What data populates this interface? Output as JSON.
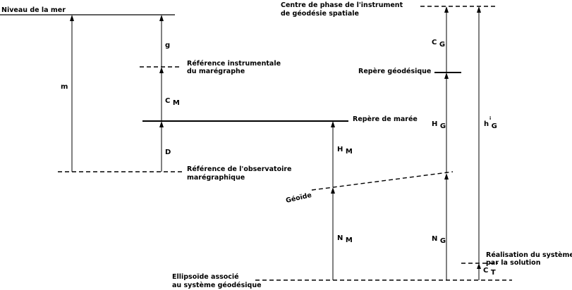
{
  "labels": {
    "niveau_mer": "Niveau de la mer",
    "centre_phase_l1": "Centre de phase de l'instrument",
    "centre_phase_l2": "de géodésie spatiale",
    "ref_instr_l1": "Référence instrumentale",
    "ref_instr_l2": "du marégraphe",
    "repere_geodesique": "Repère géodésique",
    "repere_maree": "Repère de marée",
    "ref_obs_l1": "Référence de l'observatoire",
    "ref_obs_l2": "marégraphique",
    "geoide": "Géoïde",
    "realisation_l1": "Réalisation du système",
    "realisation_l2": "par la solution",
    "ellipsoide_l1": "Ellipsoïde associé",
    "ellipsoide_l2": "au système géodésique"
  },
  "symbols": {
    "m": {
      "base": "m",
      "sub": ""
    },
    "g": {
      "base": "g",
      "sub": ""
    },
    "cm": {
      "base": "C",
      "sub": "M"
    },
    "d": {
      "base": "D",
      "sub": ""
    },
    "hm": {
      "base": "H",
      "sub": "M"
    },
    "nm": {
      "base": "N",
      "sub": "M"
    },
    "cg": {
      "base": "C",
      "sub": "G"
    },
    "hg": {
      "base": "H",
      "sub": "G"
    },
    "ng": {
      "base": "N",
      "sub": "G"
    },
    "hgi": {
      "base": "h",
      "sub": "G",
      "sup": "i"
    },
    "ct": {
      "base": "C",
      "sub": "T"
    }
  }
}
